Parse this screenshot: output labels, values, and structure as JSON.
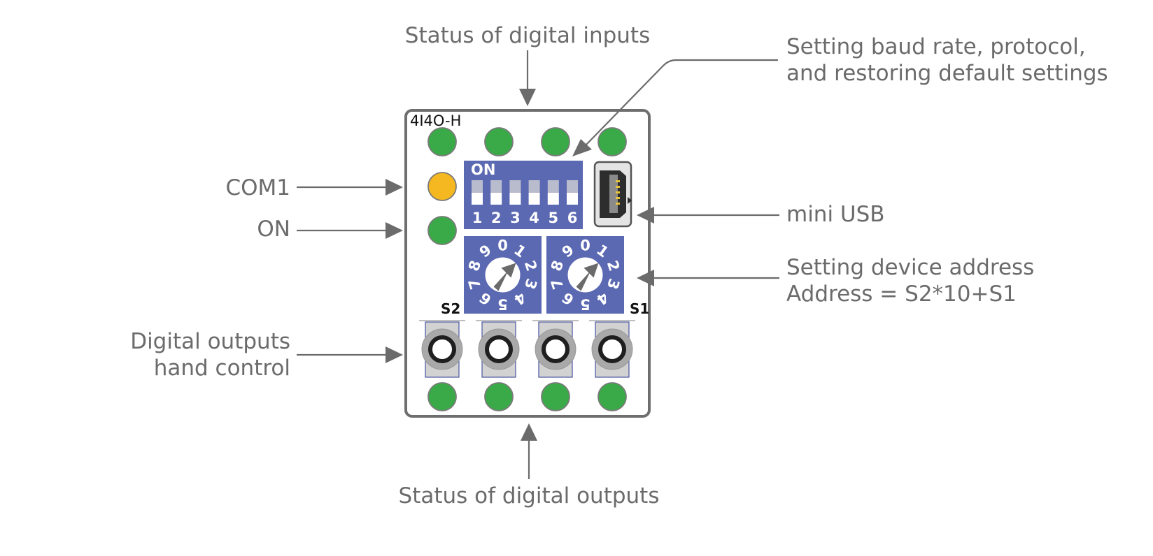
{
  "device": {
    "model": "4I4O-H"
  },
  "callouts": {
    "status_inputs": "Status of digital inputs",
    "baud_line1": "Setting baud rate, protocol,",
    "baud_line2": "and restoring default settings",
    "com1": "COM1",
    "on": "ON",
    "mini_usb": "mini USB",
    "address_line1": "Setting device address",
    "address_line2": "Address = S2*10+S1",
    "hand_line1": "Digital outputs",
    "hand_line2": "hand control",
    "status_outputs": "Status of digital outputs"
  },
  "dip_switch": {
    "on_label": "ON",
    "positions": [
      "1",
      "2",
      "3",
      "4",
      "5",
      "6"
    ]
  },
  "rotary_switches": {
    "s2_label": "S2",
    "s1_label": "S1",
    "digits": [
      "0",
      "1",
      "2",
      "3",
      "4",
      "5",
      "6",
      "7",
      "8",
      "9"
    ]
  },
  "colors": {
    "led_green": "#3aaa48",
    "led_orange": "#f6b820",
    "switch_blue": "#5b68b2",
    "text_gray": "#6b6b6b"
  }
}
